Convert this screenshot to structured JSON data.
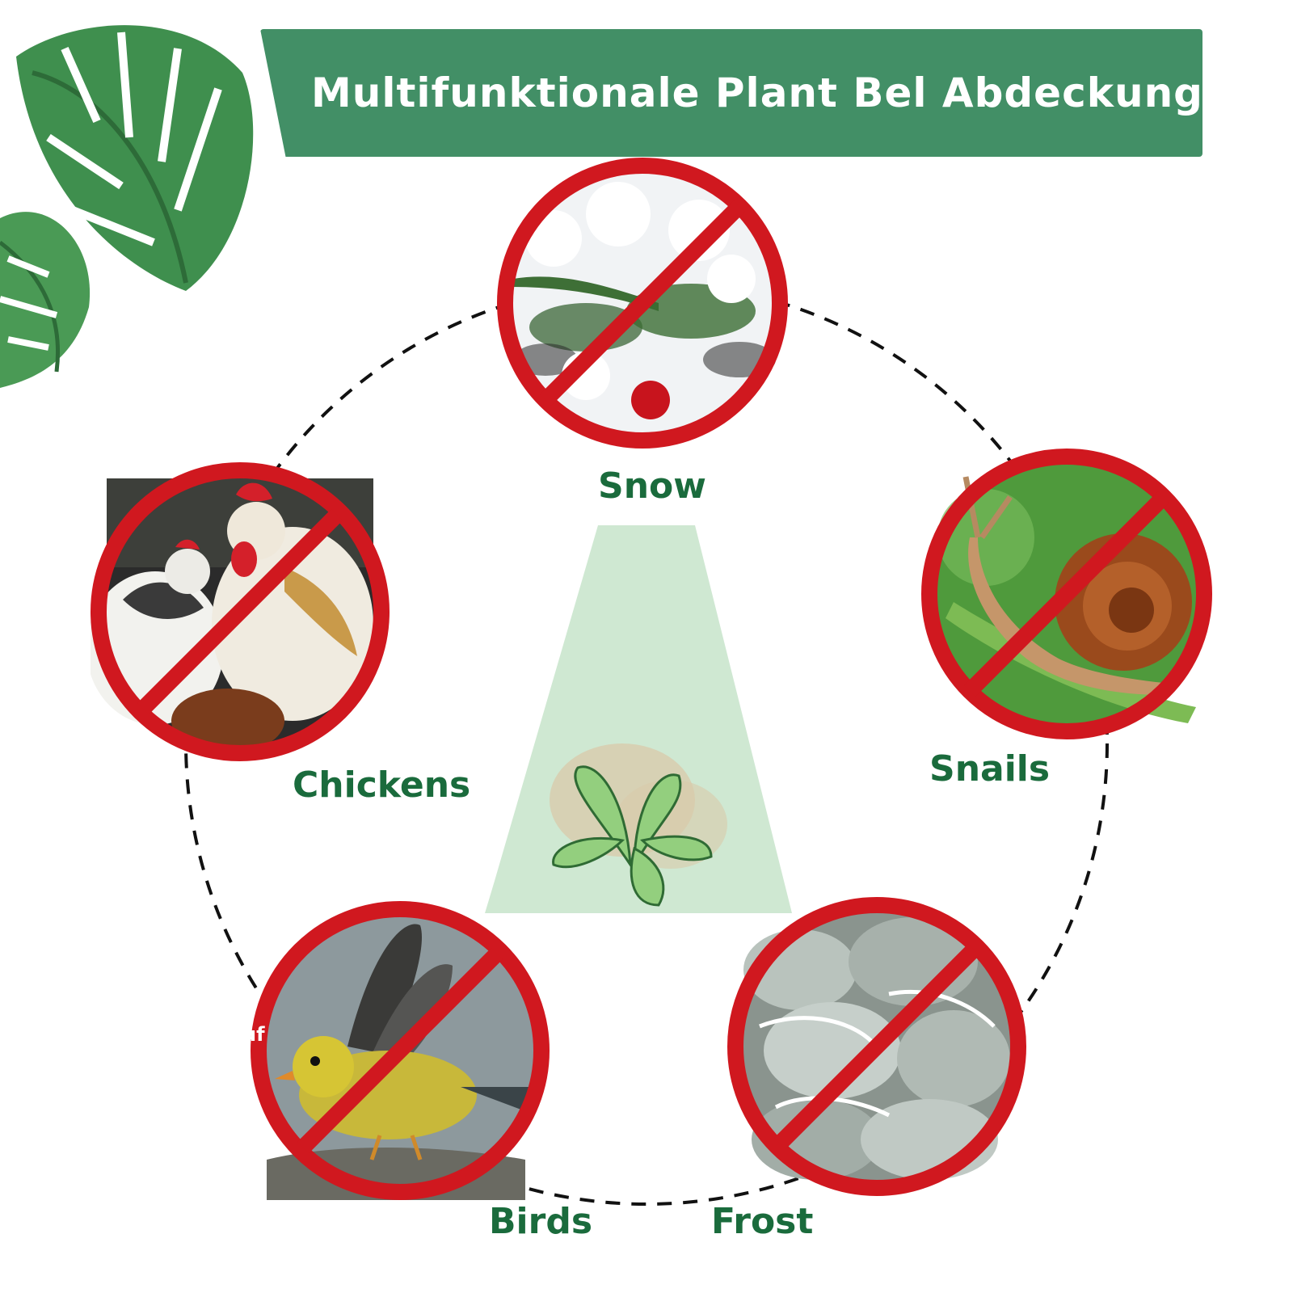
{
  "banner": {
    "title": "Multifunktionale Plant Bel Abdeckung"
  },
  "threats": [
    {
      "key": "snow",
      "label": "Snow",
      "icon": "snow-covered-radish-icon"
    },
    {
      "key": "snails",
      "label": "Snails",
      "icon": "snail-icon"
    },
    {
      "key": "frost",
      "label": "Frost",
      "icon": "frosted-cabbage-icon"
    },
    {
      "key": "birds",
      "label": "Birds",
      "icon": "yellow-bird-icon"
    },
    {
      "key": "chickens",
      "label": "Chickens",
      "icon": "chickens-icon"
    }
  ],
  "stray_text": "uf",
  "colors": {
    "banner": "#428f66",
    "label": "#1a6b3c",
    "prohibition_red": "#d0181f",
    "cover": "#cfe8d2"
  }
}
